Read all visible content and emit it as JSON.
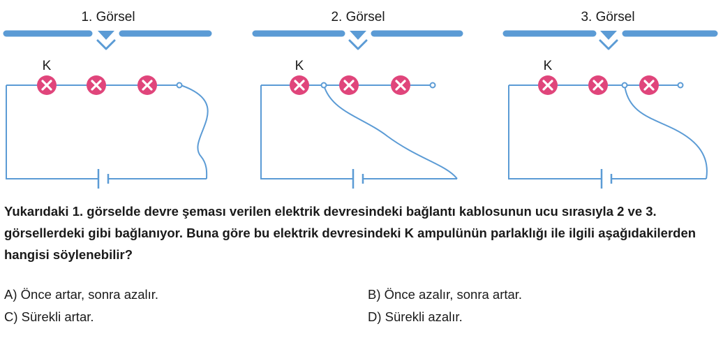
{
  "panels": [
    {
      "title": "1. Görsel",
      "bulb_label": "K"
    },
    {
      "title": "2. Görsel",
      "bulb_label": "K"
    },
    {
      "title": "3. Görsel",
      "bulb_label": "K"
    }
  ],
  "question": {
    "text": "Yukarıdaki 1. görselde devre şeması verilen elektrik devresindeki bağlantı kablosunun ucu sırasıyla 2 ve 3. görsellerdeki gibi bağlanıyor. Buna göre bu elektrik devresindeki K ampulünün parlaklığı ile ilgili aşağıdakilerden hangisi söylenebilir?"
  },
  "options": {
    "a": "A) Önce artar, sonra azalır.",
    "b": "B) Önce azalır, sonra artar.",
    "c": "C) Sürekli artar.",
    "d": "D) Sürekli azalır."
  },
  "colors": {
    "bar": "#5b9bd5",
    "wire": "#5b9bd5",
    "bulb": "#e0457b"
  }
}
